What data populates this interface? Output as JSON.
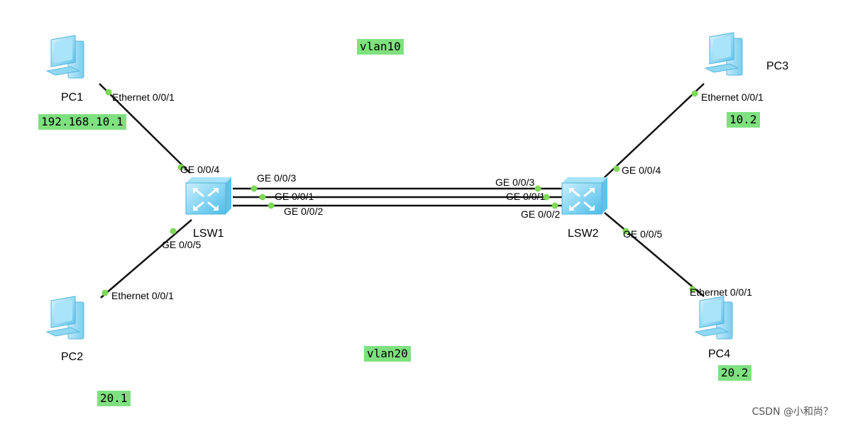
{
  "vlan_labels": {
    "vlan10": "vlan10",
    "vlan20": "vlan20"
  },
  "ip_labels": {
    "pc1": "192.168.10.1",
    "pc2": "20.1",
    "pc3": "10.2",
    "pc4": "20.2"
  },
  "devices": {
    "pc1": "PC1",
    "pc2": "PC2",
    "pc3": "PC3",
    "pc4": "PC4",
    "lsw1": "LSW1",
    "lsw2": "LSW2"
  },
  "ports": {
    "pc1_eth": "Ethernet 0/0/1",
    "pc2_eth": "Ethernet 0/0/1",
    "pc3_eth": "Ethernet 0/0/1",
    "pc4_eth": "Ethernet 0/0/1",
    "lsw1_ge4": "GE 0/0/4",
    "lsw1_ge5": "GE 0/0/5",
    "lsw1_ge3": "GE 0/0/3",
    "lsw1_ge1": "GE 0/0/1",
    "lsw1_ge2": "GE 0/0/2",
    "lsw2_ge3": "GE 0/0/3",
    "lsw2_ge1": "GE 0/0/1",
    "lsw2_ge2": "GE 0/0/2",
    "lsw2_ge4": "GE 0/0/4",
    "lsw2_ge5": "GE 0/0/5"
  },
  "watermark": "CSDN @小和尚？",
  "colors": {
    "tag_bg": "#7fe07f",
    "port_dot": "#7ed957",
    "pc_blue": "#7dd3f0",
    "switch_blue": "#6fcfef"
  },
  "icons": {
    "pc": "desktop-computer-icon",
    "switch": "layer3-switch-icon"
  }
}
